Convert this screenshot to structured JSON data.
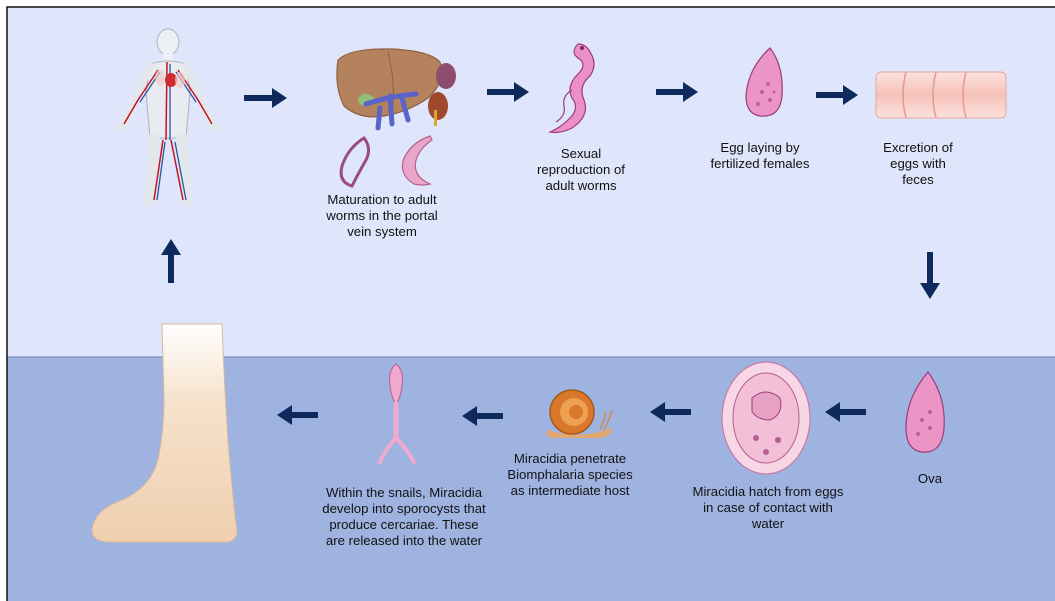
{
  "colors": {
    "land_background": "#dfe6fb",
    "water_background": "#9fb3e0",
    "frame_border": "#111111",
    "arrow": "#0e2a5c",
    "worm_pink": "#ec8fc8",
    "egg_pink": "#eb94c6",
    "skin": "#f3d8bd",
    "snail_shell": "#d9782a"
  },
  "stages": [
    {
      "id": "human-host",
      "label": "",
      "icon": "human-body-icon"
    },
    {
      "id": "maturation",
      "label": "Maturation to adult worms in the portal vein system",
      "icon": "liver-portal-vein-icon"
    },
    {
      "id": "sexual-reproduction",
      "label": "Sexual reproduction of adult worms",
      "icon": "paired-worms-icon"
    },
    {
      "id": "egg-laying",
      "label": "Egg laying by fertilized females",
      "icon": "egg-icon"
    },
    {
      "id": "excretion",
      "label": "Excretion of eggs with feces",
      "icon": "intestine-icon"
    },
    {
      "id": "ova",
      "label": "Ova",
      "icon": "ova-icon"
    },
    {
      "id": "miracidia-hatch",
      "label": "Miracidia hatch from eggs in case of contact with water",
      "icon": "miracidium-icon"
    },
    {
      "id": "snail-penetration",
      "label": "Miracidia penetrate Biomphalaria species as intermediate host",
      "icon": "snail-icon"
    },
    {
      "id": "sporocysts",
      "label": "Within the snails, Miracidia develop into sporocysts that produce cercariae. These are released into the water",
      "icon": "cercaria-icon"
    },
    {
      "id": "skin-penetration",
      "label": "",
      "icon": "foot-icon"
    }
  ],
  "flow_arrows": [
    "right",
    "right",
    "right",
    "right",
    "down",
    "left",
    "left",
    "left",
    "left",
    "up"
  ]
}
